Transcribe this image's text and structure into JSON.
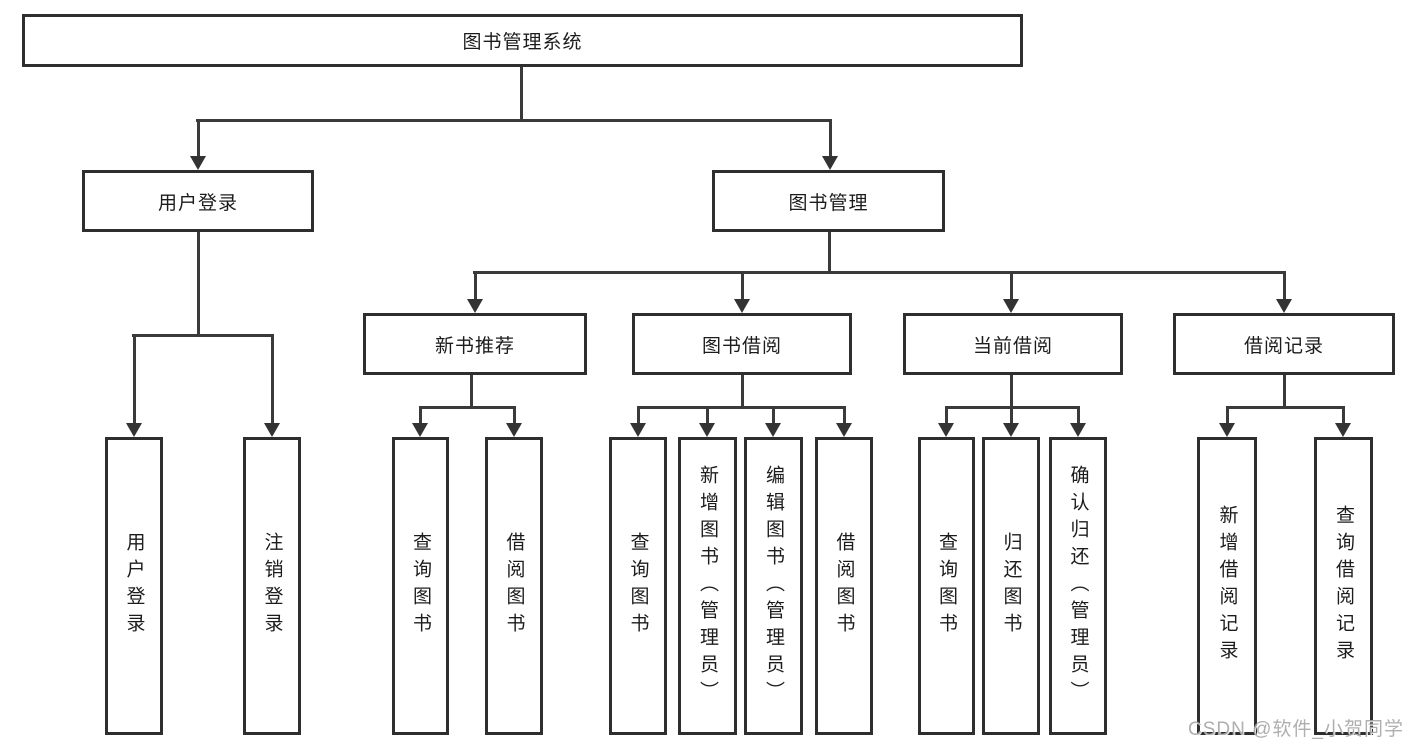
{
  "diagram": {
    "root": {
      "label": "图书管理系统"
    },
    "level2": [
      {
        "label": "用户登录"
      },
      {
        "label": "图书管理"
      }
    ],
    "level3": [
      {
        "label": "新书推荐"
      },
      {
        "label": "图书借阅"
      },
      {
        "label": "当前借阅"
      },
      {
        "label": "借阅记录"
      }
    ],
    "leaves": {
      "user_login": [
        "用户登录",
        "注销登录"
      ],
      "new_books": [
        "查询图书",
        "借阅图书"
      ],
      "book_borrow": [
        "查询图书",
        "新增图书（管理员）",
        "编辑图书（管理员）",
        "借阅图书"
      ],
      "current_borrow": [
        "查询图书",
        "归还图书",
        "确认归还（管理员）"
      ],
      "borrow_records": [
        "新增借阅记录",
        "查询借阅记录"
      ]
    },
    "watermark": "CSDN @软件_小贺同学",
    "colors": {
      "background": "#ffffff",
      "box_border": "#2e2e2e",
      "line": "#3a3a3a",
      "text": "#1c1c1c",
      "watermark": "#a8a8a8"
    }
  }
}
